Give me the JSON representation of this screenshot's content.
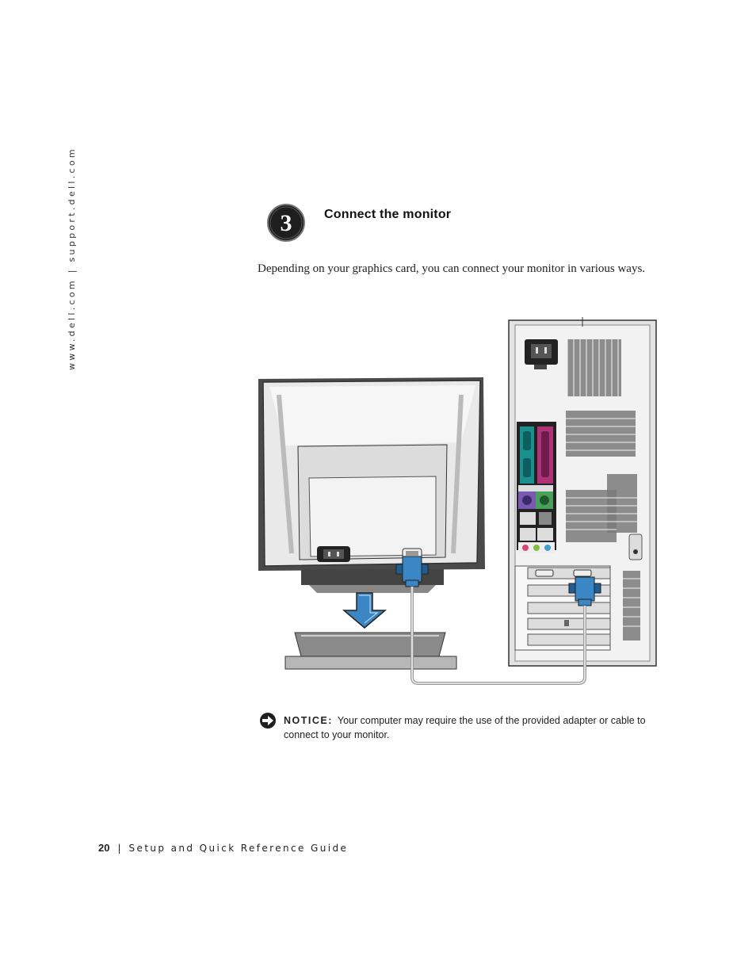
{
  "sidebar": {
    "url_text": "www.dell.com | support.dell.com"
  },
  "step": {
    "number": "3",
    "title": "Connect the monitor"
  },
  "intro": {
    "text": "Depending on your graphics card, you can connect your monitor in various ways."
  },
  "notice": {
    "label": "NOTICE:",
    "text": "Your computer may require the use of the provided adapter or cable to connect to your monitor.",
    "icon": "notice-arrow-icon"
  },
  "footer": {
    "page_number": "20",
    "separator": "|",
    "title": "Setup and Quick Reference Guide"
  },
  "illustration": {
    "items": [
      "crt-monitor",
      "computer-tower",
      "vga-cable"
    ],
    "connector_color": "#3b86c4"
  }
}
